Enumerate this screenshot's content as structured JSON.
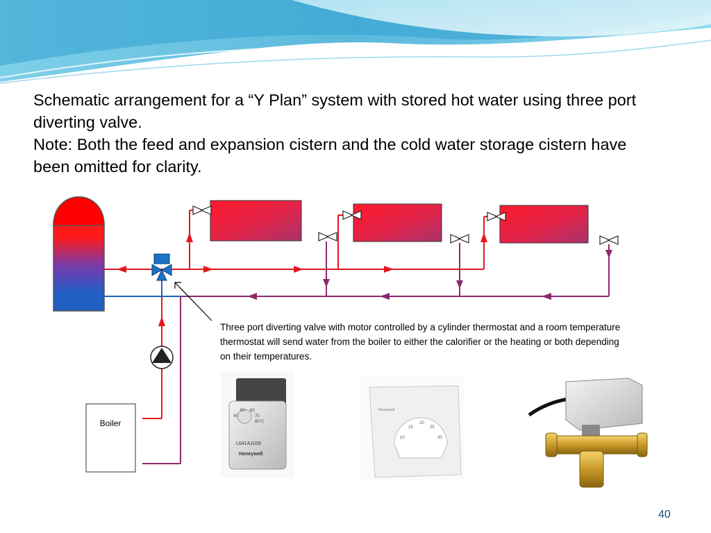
{
  "heading": {
    "line1": "Schematic arrangement for a “Y Plan” system with stored hot water using three port diverting valve.",
    "line2": "Note: Both the feed and expansion cistern and the cold water storage cistern have been omitted for clarity."
  },
  "diagram": {
    "boiler_label": "Boiler",
    "callout": "Three port diverting valve with motor controlled by a cylinder thermostat and a room temperature thermostat will send water from the boiler to either the calorifier or the heating or both depending on their temperatures.",
    "colors": {
      "flow": "#e8141e",
      "return": "#8b2a6e",
      "cylinder_hot": "#ff0000",
      "cylinder_cold": "#1f5fbf",
      "valve": "#1a73c8"
    },
    "photos": [
      "cylinder-thermostat-photo",
      "room-thermostat-photo",
      "motorised-valve-photo"
    ],
    "cylinder_thermostat_text": {
      "model": "L641A1039",
      "brand": "Honeywell",
      "dial": [
        "50",
        "60",
        "70",
        "80°C",
        "40"
      ]
    },
    "room_thermostat_text": {
      "brand": "Honeywell",
      "dial": [
        "10",
        "15",
        "20",
        "25",
        "30"
      ]
    }
  },
  "slide_number": "40"
}
